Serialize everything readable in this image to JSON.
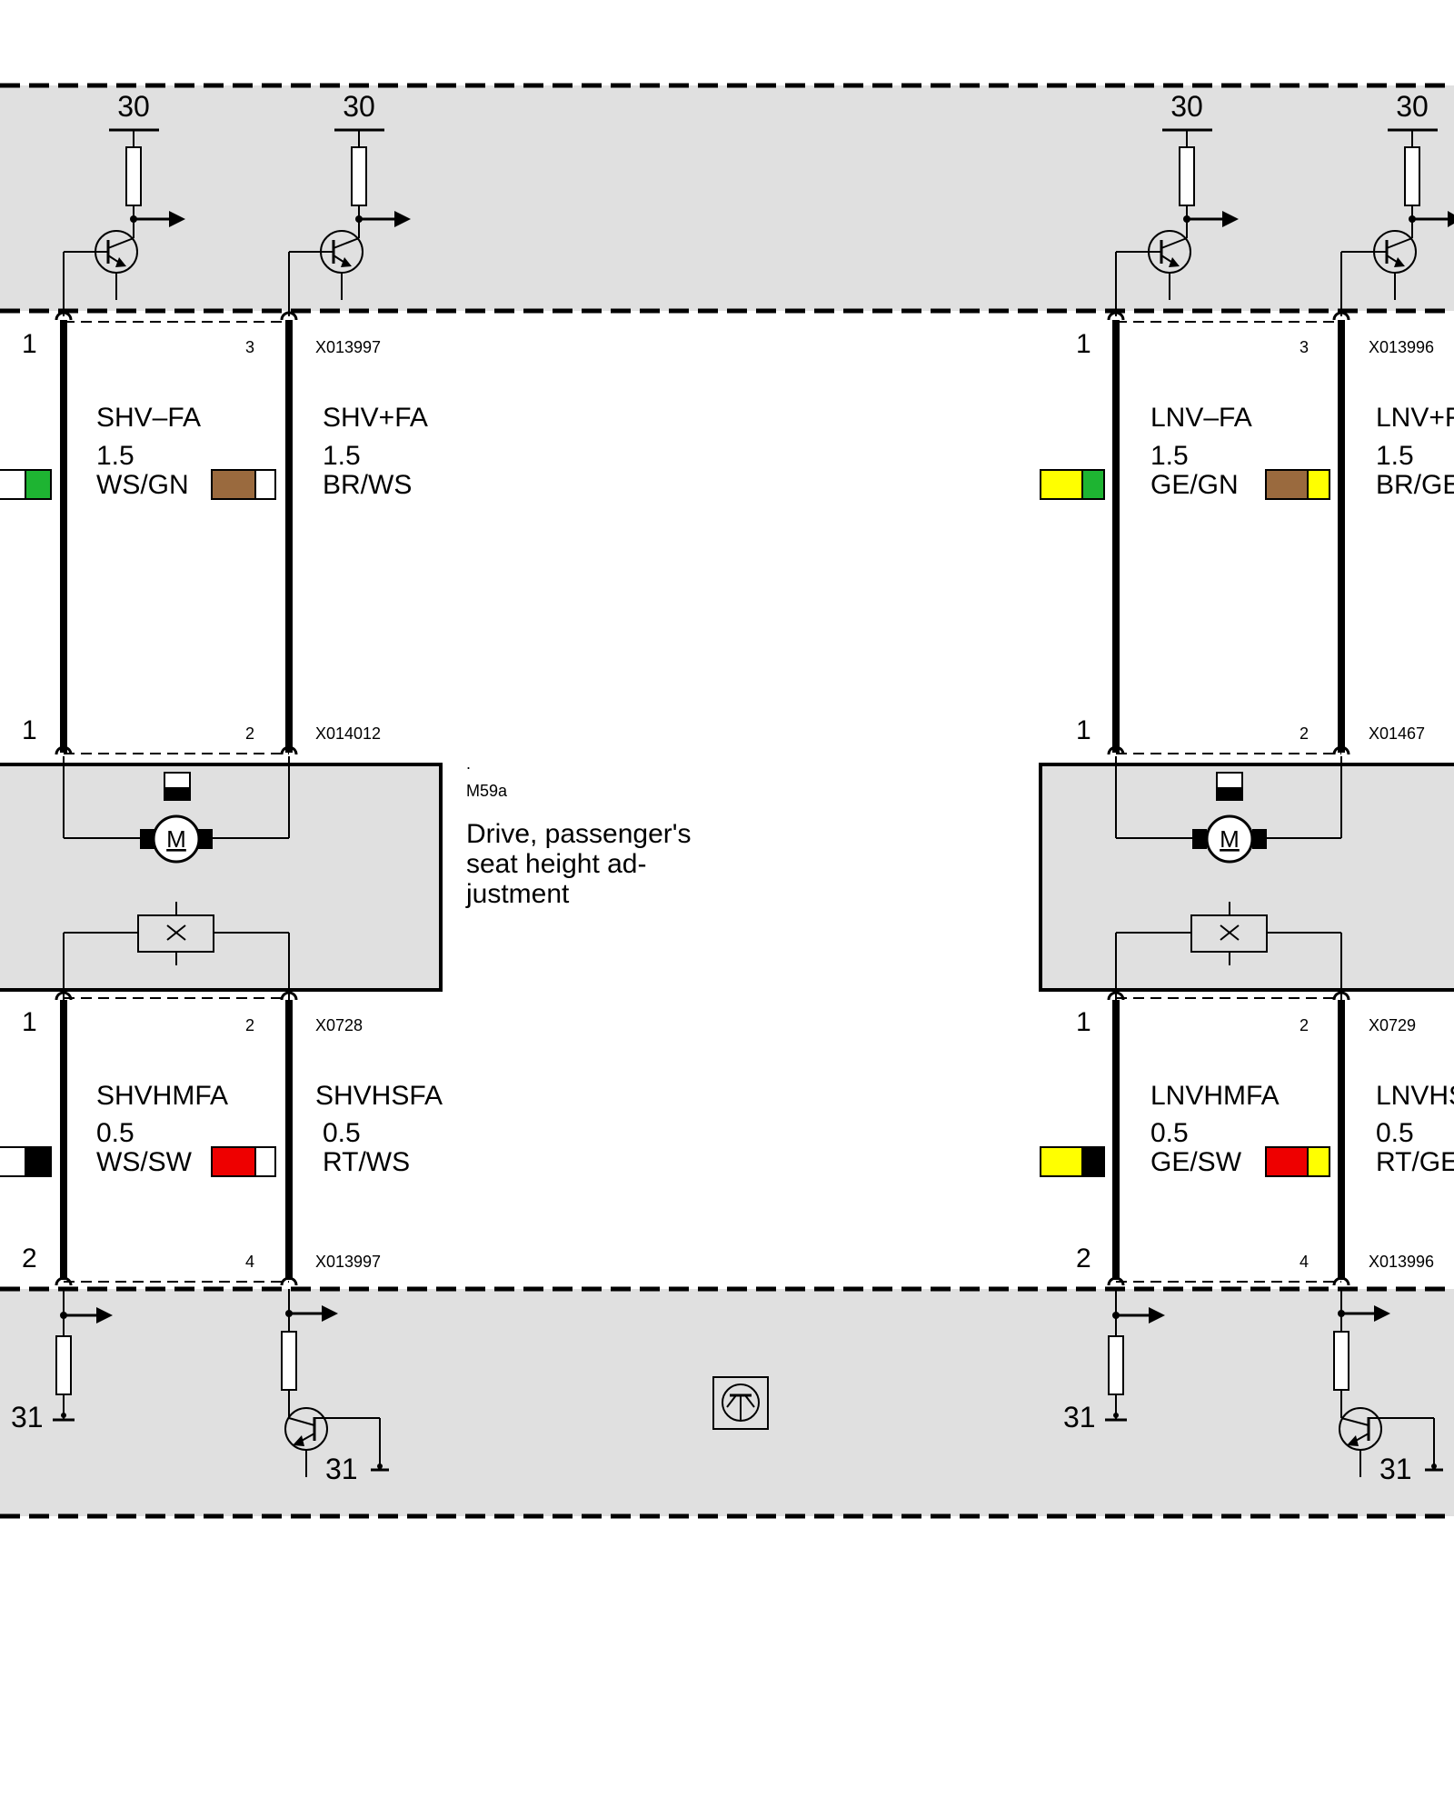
{
  "top_terminals": [
    "30",
    "30",
    "30",
    "30"
  ],
  "bottom_terminals": [
    "31",
    "31",
    "31",
    "31"
  ],
  "left": {
    "top_connector": {
      "pin_left": "1",
      "pin_right": "3",
      "id": "X013997"
    },
    "wire_a": {
      "name": "SHV–FA",
      "size": "1.5",
      "color": "WS/GN",
      "swatch": [
        "#ffffff",
        "#1eb432"
      ]
    },
    "wire_b": {
      "name": "SHV+FA",
      "size": "1.5",
      "color": "BR/WS",
      "swatch": [
        "#9a6a3e",
        "#ffffff"
      ]
    },
    "mid_connector": {
      "pin_left": "1",
      "pin_right": "2",
      "id": "X014012"
    },
    "component": {
      "dot": ".",
      "id": "M59a",
      "desc_lines": [
        "Drive, passenger's",
        "seat height ad-",
        "justment"
      ],
      "motor_symbol": "M"
    },
    "low_connector": {
      "pin_left": "1",
      "pin_right": "2",
      "id": "X0728"
    },
    "wire_c": {
      "name": "SHVHMFA",
      "size": "0.5",
      "color": "WS/SW",
      "swatch": [
        "#ffffff",
        "#000000"
      ]
    },
    "wire_d": {
      "name": "SHVHSFA",
      "size": "0.5",
      "color": "RT/WS",
      "swatch": [
        "#ee0000",
        "#ffffff"
      ]
    },
    "bottom_connector": {
      "pin_left": "2",
      "pin_right": "4",
      "id": "X013997"
    }
  },
  "right": {
    "top_connector": {
      "pin_left": "1",
      "pin_right": "3",
      "id": "X013996"
    },
    "wire_a": {
      "name": "LNV–FA",
      "size": "1.5",
      "color": "GE/GN",
      "swatch": [
        "#ffff00",
        "#1eb432"
      ]
    },
    "wire_b": {
      "name": "LNV+FA",
      "size": "1.5",
      "color": "BR/GE",
      "swatch": [
        "#9a6a3e",
        "#ffff00"
      ]
    },
    "mid_connector": {
      "pin_left": "1",
      "pin_right": "2",
      "id": "X01467"
    },
    "component": {
      "motor_symbol": "M"
    },
    "low_connector": {
      "pin_left": "1",
      "pin_right": "2",
      "id": "X0729"
    },
    "wire_c": {
      "name": "LNVHMFA",
      "size": "0.5",
      "color": "GE/SW",
      "swatch": [
        "#ffff00",
        "#000000"
      ]
    },
    "wire_d": {
      "name": "LNVHSFA",
      "size": "0.5",
      "color": "RT/GE",
      "swatch": [
        "#ee0000",
        "#ffff00"
      ]
    },
    "bottom_connector": {
      "pin_left": "2",
      "pin_right": "4",
      "id": "X013996"
    }
  },
  "colors": {
    "module_fill": "#e0e0e0",
    "line": "#000000"
  }
}
